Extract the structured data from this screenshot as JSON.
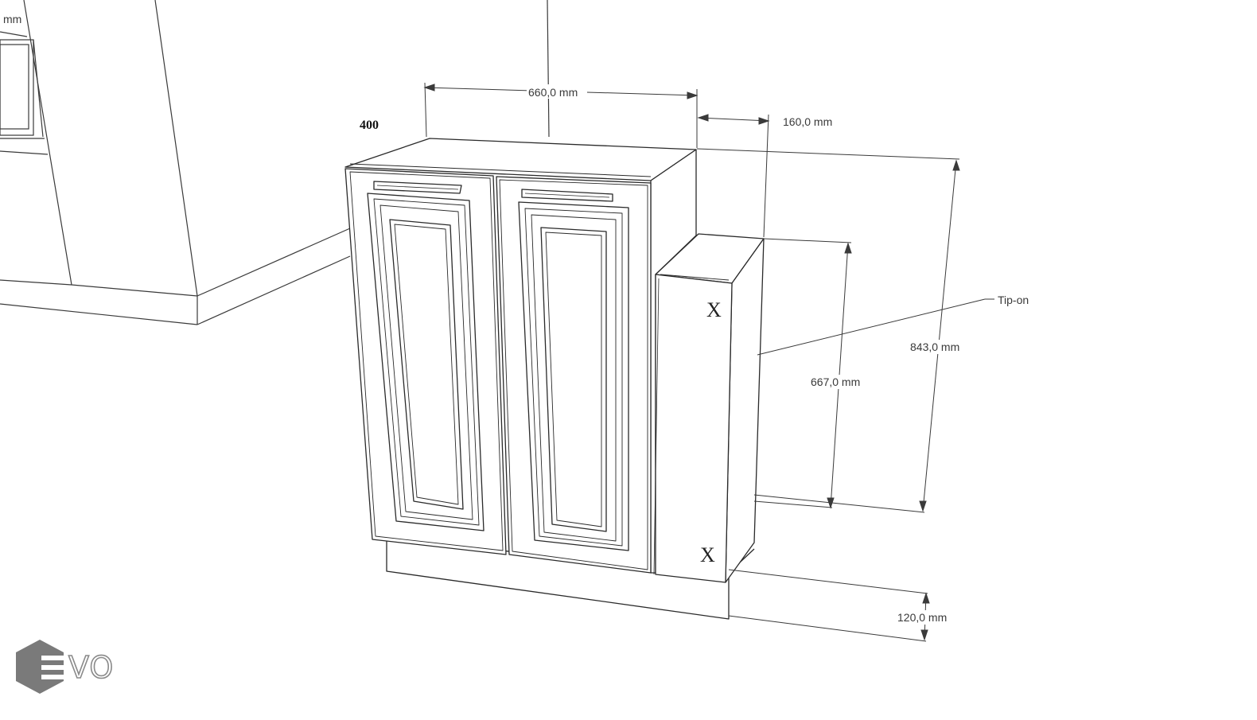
{
  "labels": {
    "corner_unit": "mm",
    "cabinet_code": "400",
    "accessory_note": "Tip-on",
    "marker_top": "X",
    "marker_bottom": "X"
  },
  "dimensions": {
    "cabinet_width": "660,0 mm",
    "side_depth": "160,0 mm",
    "total_height": "843,0 mm",
    "side_height": "667,0 mm",
    "plinth_height": "120,0 mm"
  },
  "logo": {
    "text": "VO",
    "color": "#7a7a7a"
  },
  "colors": {
    "line": "#2a2a2a",
    "dimension": "#3a3a3a",
    "background": "#ffffff"
  }
}
